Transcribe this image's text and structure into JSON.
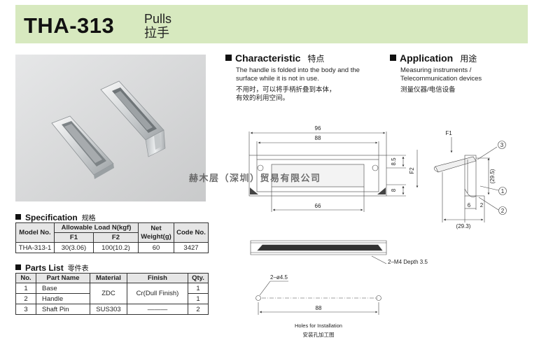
{
  "header": {
    "model": "THA-313",
    "title_en": "Pulls",
    "title_cn": "拉手"
  },
  "characteristic": {
    "title": "Characteristic",
    "title_cn": "特点",
    "text_en_1": "The handle is folded into the body and the",
    "text_en_2": "surface while it is not in use.",
    "text_cn_1": "不用时，可以将手柄折叠到本体，",
    "text_cn_2": "有效的利用空间。"
  },
  "application": {
    "title": "Application",
    "title_cn": "用途",
    "text_en_1": "Measuring instruments /",
    "text_en_2": "Telecommunication devices",
    "text_cn": "测量仪器/电信设备"
  },
  "specification": {
    "title": "Specification",
    "title_cn": "规格",
    "headers": {
      "model": "Model No.",
      "load": "Allowable Load N(kgf)",
      "f1": "F1",
      "f2": "F2",
      "weight_1": "Net",
      "weight_2": "Weight(g)",
      "code": "Code No."
    },
    "row": {
      "model": "THA-313-1",
      "f1": "30(3.06)",
      "f2": "100(10.2)",
      "weight": "60",
      "code": "3427"
    }
  },
  "parts": {
    "title": "Parts List",
    "title_cn": "零件表",
    "headers": {
      "no": "No.",
      "name": "Part Name",
      "material": "Material",
      "finish": "Finish",
      "qty": "Qty."
    },
    "rows": [
      {
        "no": "1",
        "name": "Base",
        "qty": "1"
      },
      {
        "no": "2",
        "name": "Handle",
        "qty": "1"
      },
      {
        "no": "3",
        "name": "Shaft Pin",
        "material": "SUS303",
        "finish": "———",
        "qty": "2"
      }
    ],
    "shared_material": "ZDC",
    "shared_finish": "Cr(Dull Finish)"
  },
  "drawing": {
    "dim_96": "96",
    "dim_88": "88",
    "dim_66": "66",
    "dim_8_5": "8.5",
    "dim_8": "8",
    "label_f2": "F2",
    "label_f1": "F1",
    "dim_29_5": "(29.5)",
    "dim_29_3": "(29.3)",
    "dim_6": "6",
    "dim_2": "2",
    "callout_1": "1",
    "callout_2": "2",
    "callout_3": "3",
    "tap_label": "2–M4 Depth 3.5",
    "hole_label": "2–ø4.5",
    "hole_dim_88": "88",
    "holes_en": "Holes for Installation",
    "holes_cn": "安装孔加工图"
  },
  "watermark": "赫木层（深圳）贸易有限公司",
  "colors": {
    "header_bg": "#d7e9bf",
    "table_header_bg": "#e6e6e6",
    "photo_bg": "#d9dadb"
  }
}
